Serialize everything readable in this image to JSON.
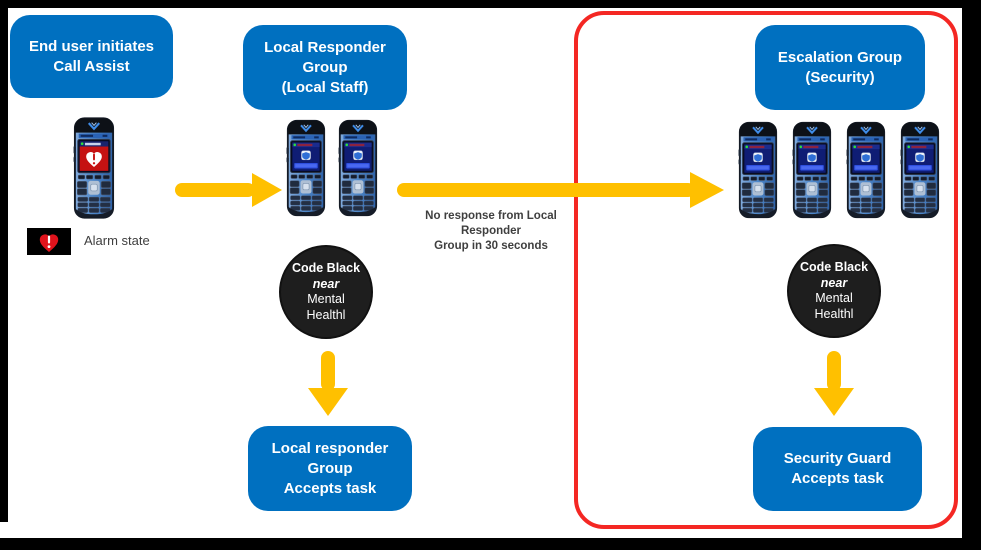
{
  "colors": {
    "box_blue": "#0070C0",
    "arrow_yellow": "#FFC000",
    "escalation_border_red": "#F42723",
    "circle_black": "#1E1E1E",
    "note_text_gray": "#3F3F3F",
    "alarm_red": "#D91820",
    "phone_body_blue": "#4D86C8"
  },
  "boxes": {
    "end_user": {
      "lines": [
        "End user initiates",
        "Call Assist"
      ]
    },
    "local_responder_group": {
      "lines": [
        "Local Responder",
        "Group",
        "(Local Staff)"
      ]
    },
    "local_responder_accepts": {
      "lines": [
        "Local responder",
        "Group",
        "Accepts task"
      ]
    },
    "escalation_group": {
      "lines": [
        "Escalation Group",
        "(Security)"
      ]
    },
    "security_accepts": {
      "lines": [
        "Security Guard",
        "Accepts task"
      ]
    }
  },
  "badges": {
    "code_black_local": {
      "title": "Code Black",
      "qualifier": "near",
      "line1": "Mental",
      "line2": "Healthl"
    },
    "code_black_escalation": {
      "title": "Code Black",
      "qualifier": "near",
      "line1": "Mental",
      "line2": "Healthl"
    }
  },
  "labels": {
    "alarm_state": "Alarm state",
    "no_response_line1": "No response from Local",
    "no_response_line2": "Responder",
    "no_response_line3": "Group in 30 seconds"
  },
  "icons": {
    "alarm_chip": "alarm-heart-icon",
    "handset": "wireless-handset-icon",
    "flow_arrows": "yellow-flow-arrow"
  }
}
